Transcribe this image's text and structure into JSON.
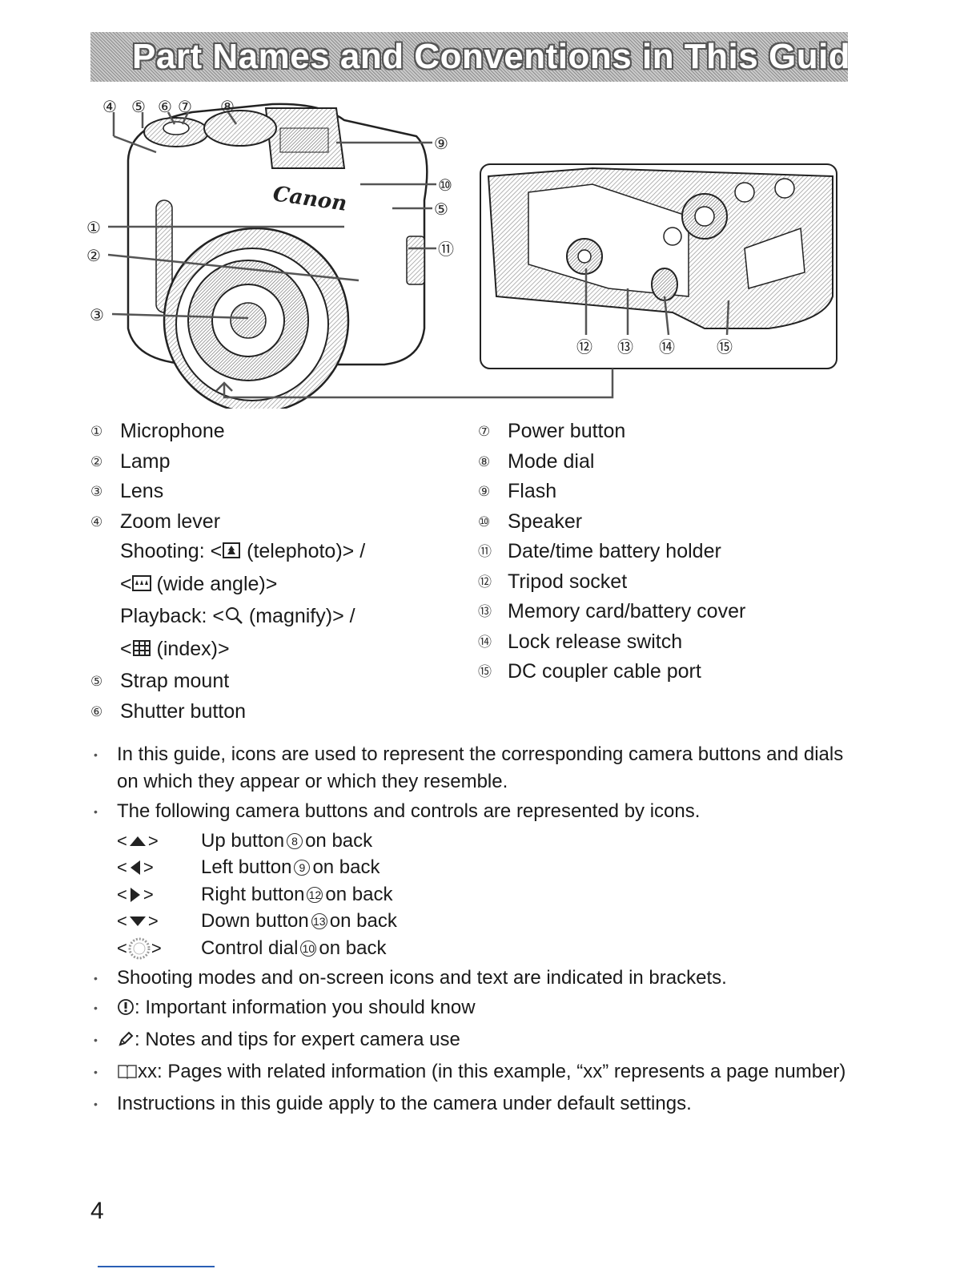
{
  "header": {
    "title": "Part Names and Conventions in This Guide"
  },
  "diagram": {
    "brand": "Canon",
    "callouts": [
      "④",
      "⑤",
      "⑥",
      "⑦",
      "⑧",
      "⑨",
      "⑩",
      "⑤",
      "①",
      "②",
      "⑪",
      "③",
      "⑫",
      "⑬",
      "⑭",
      "⑮"
    ]
  },
  "parts_left": [
    {
      "num": "①",
      "label": "Microphone"
    },
    {
      "num": "②",
      "label": "Lamp"
    },
    {
      "num": "③",
      "label": "Lens"
    },
    {
      "num": "④",
      "label": "Zoom lever"
    }
  ],
  "zoom_details": {
    "shoot_prefix": "Shooting: <",
    "shoot_tele": " (telephoto)> /",
    "wide_prefix": "<",
    "wide_text": " (wide angle)>",
    "play_prefix": "Playback: <",
    "play_magnify": " (magnify)> /",
    "index_prefix": "<",
    "index_text": " (index)>"
  },
  "parts_left_after": [
    {
      "num": "⑤",
      "label": "Strap mount"
    },
    {
      "num": "⑥",
      "label": "Shutter button"
    }
  ],
  "parts_right": [
    {
      "num": "⑦",
      "label": "Power button"
    },
    {
      "num": "⑧",
      "label": "Mode dial"
    },
    {
      "num": "⑨",
      "label": "Flash"
    },
    {
      "num": "⑩",
      "label": "Speaker"
    },
    {
      "num": "⑪",
      "label": "Date/time battery holder"
    },
    {
      "num": "⑫",
      "label": "Tripod socket"
    },
    {
      "num": "⑬",
      "label": "Memory card/battery cover"
    },
    {
      "num": "⑭",
      "label": "Lock release switch"
    },
    {
      "num": "⑮",
      "label": "DC coupler cable port"
    }
  ],
  "conventions": {
    "b1": "In this guide, icons are used to represent the corresponding camera buttons and dials on which they appear or which they resemble.",
    "b2": "The following camera buttons and controls are represented by icons.",
    "icons": [
      {
        "icon": "up-arrow-icon",
        "pre": "Up button",
        "ref": "8",
        "post": "on back"
      },
      {
        "icon": "left-arrow-icon",
        "pre": "Left button",
        "ref": "9",
        "post": "on back"
      },
      {
        "icon": "right-arrow-icon",
        "pre": "Right button",
        "ref": "12",
        "post": "on back"
      },
      {
        "icon": "down-arrow-icon",
        "pre": "Down button",
        "ref": "13",
        "post": "on back"
      },
      {
        "icon": "control-dial-icon",
        "pre": "Control dial",
        "ref": "10",
        "post": "on back"
      }
    ],
    "b3": "Shooting modes and on-screen icons and text are indicated in brackets.",
    "b4": ": Important information you should know",
    "b5": ": Notes and tips for expert camera use",
    "b6": "xx: Pages with related information (in this example, “xx” represents a page number)",
    "b7": "Instructions in this guide apply to the camera under default settings."
  },
  "footer": {
    "page_number": "4"
  }
}
